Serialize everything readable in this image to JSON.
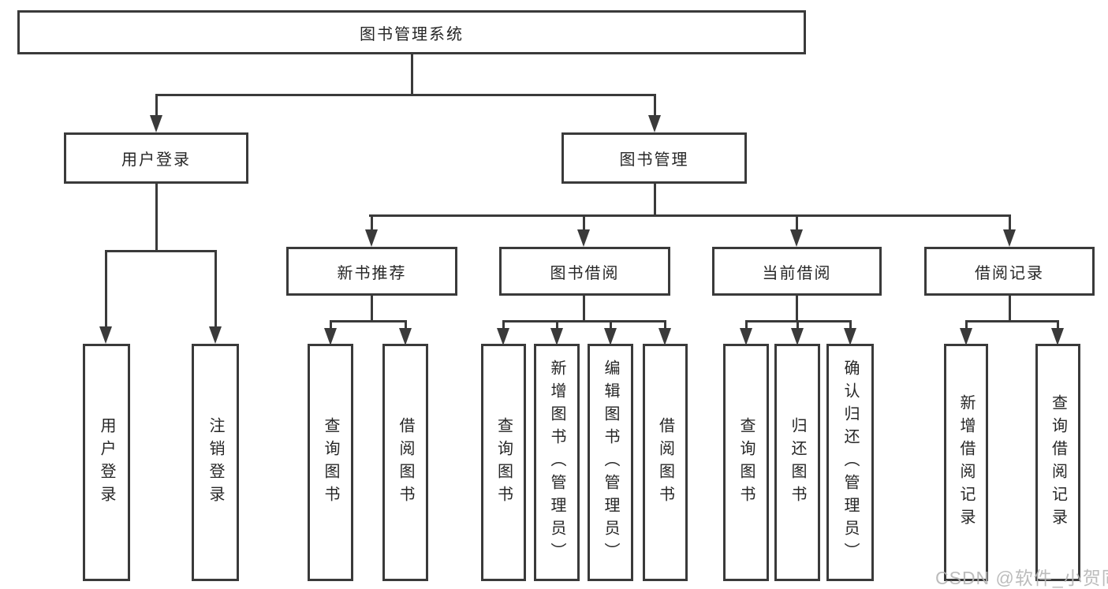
{
  "tree": {
    "root": {
      "label": "图书管理系统",
      "children": [
        {
          "label": "用户登录",
          "children": [
            {
              "label": "用户登录"
            },
            {
              "label": "注销登录"
            }
          ]
        },
        {
          "label": "图书管理",
          "children": [
            {
              "label": "新书推荐",
              "children": [
                {
                  "label": "查询图书"
                },
                {
                  "label": "借阅图书"
                }
              ]
            },
            {
              "label": "图书借阅",
              "children": [
                {
                  "label": "查询图书"
                },
                {
                  "label": "新增图书（管理员）"
                },
                {
                  "label": "编辑图书（管理员）"
                },
                {
                  "label": "借阅图书"
                }
              ]
            },
            {
              "label": "当前借阅",
              "children": [
                {
                  "label": "查询图书"
                },
                {
                  "label": "归还图书"
                },
                {
                  "label": "确认归还（管理员）"
                }
              ]
            },
            {
              "label": "借阅记录",
              "children": [
                {
                  "label": "新增借阅记录"
                },
                {
                  "label": "查询借阅记录"
                }
              ]
            }
          ]
        }
      ]
    }
  },
  "watermark": {
    "text": "CSDN @软件_小贺同学"
  },
  "colors": {
    "line": "#3a3a3a",
    "text": "#262626",
    "watermark": "#b5b5b5",
    "background": "#ffffff"
  }
}
